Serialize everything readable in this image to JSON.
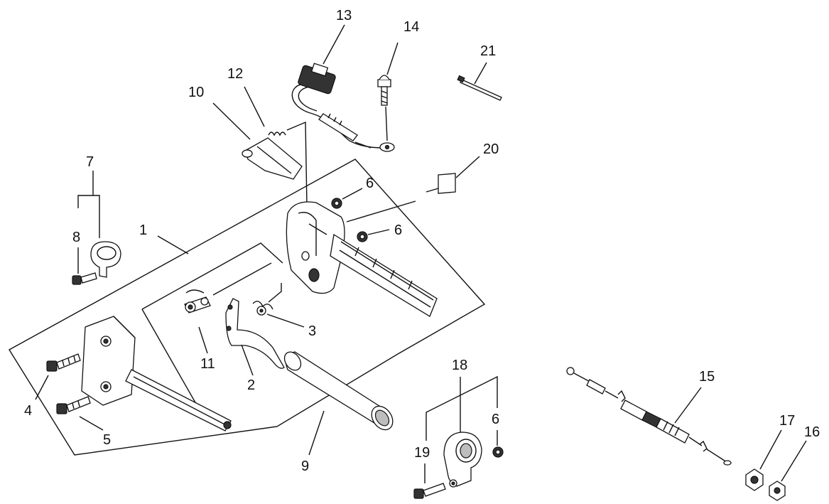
{
  "labels": {
    "1": "1",
    "2": "2",
    "3": "3",
    "4": "4",
    "5": "5",
    "6a": "6",
    "6b": "6",
    "6c": "6",
    "7": "7",
    "8": "8",
    "9": "9",
    "10": "10",
    "11": "11",
    "12": "12",
    "13": "13",
    "14": "14",
    "15": "15",
    "16": "16",
    "17": "17",
    "18": "18",
    "19": "19",
    "20": "20",
    "21": "21"
  }
}
